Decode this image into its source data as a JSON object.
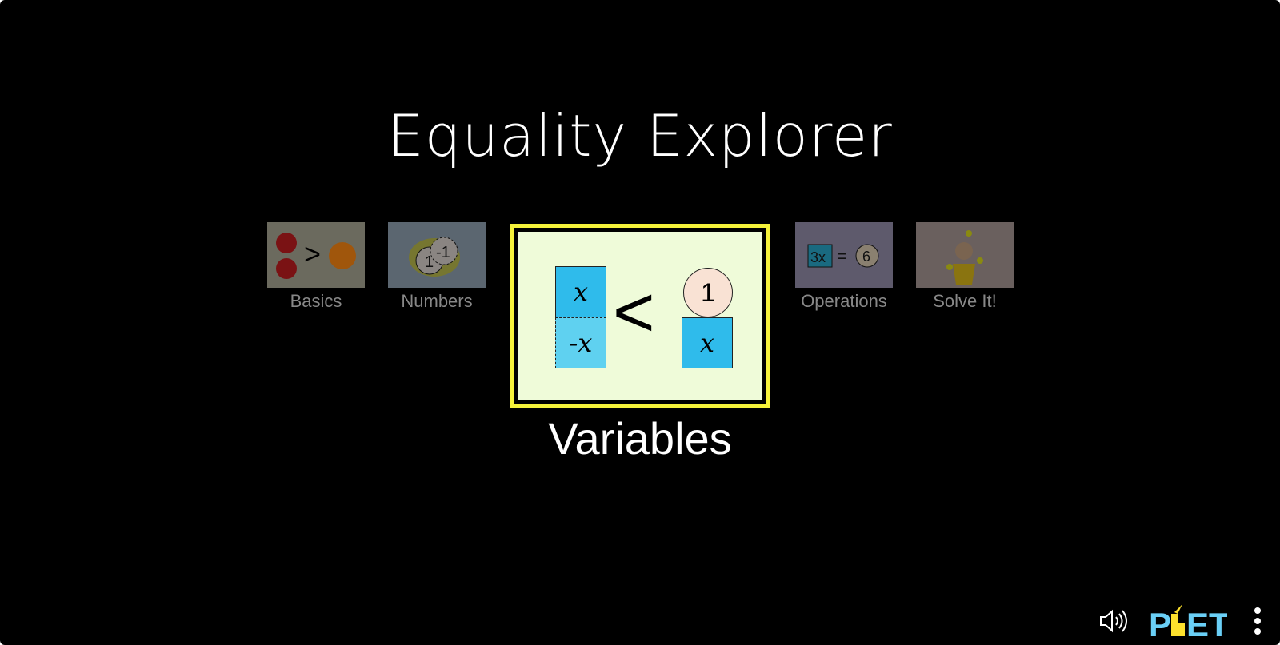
{
  "title": "Equality Explorer",
  "screens": [
    {
      "label": "Basics"
    },
    {
      "label": "Numbers",
      "one": "1",
      "neg_one": "-1"
    },
    {
      "label": "Variables",
      "x": "x",
      "neg_x": "-x",
      "one": "1",
      "op": "<"
    },
    {
      "label": "Operations",
      "term": "3x",
      "eq": "=",
      "six": "6"
    },
    {
      "label": "Solve It!"
    }
  ],
  "selected": "Variables",
  "footer": {
    "logo": "PhET",
    "sound_icon": "speaker-icon",
    "menu_icon": "kebab-menu-icon"
  },
  "colors": {
    "highlight": "#f5f23a",
    "tile_blue": "#2fbbeb",
    "logo_blue": "#6acff6",
    "logo_yellow": "#fde12d"
  }
}
